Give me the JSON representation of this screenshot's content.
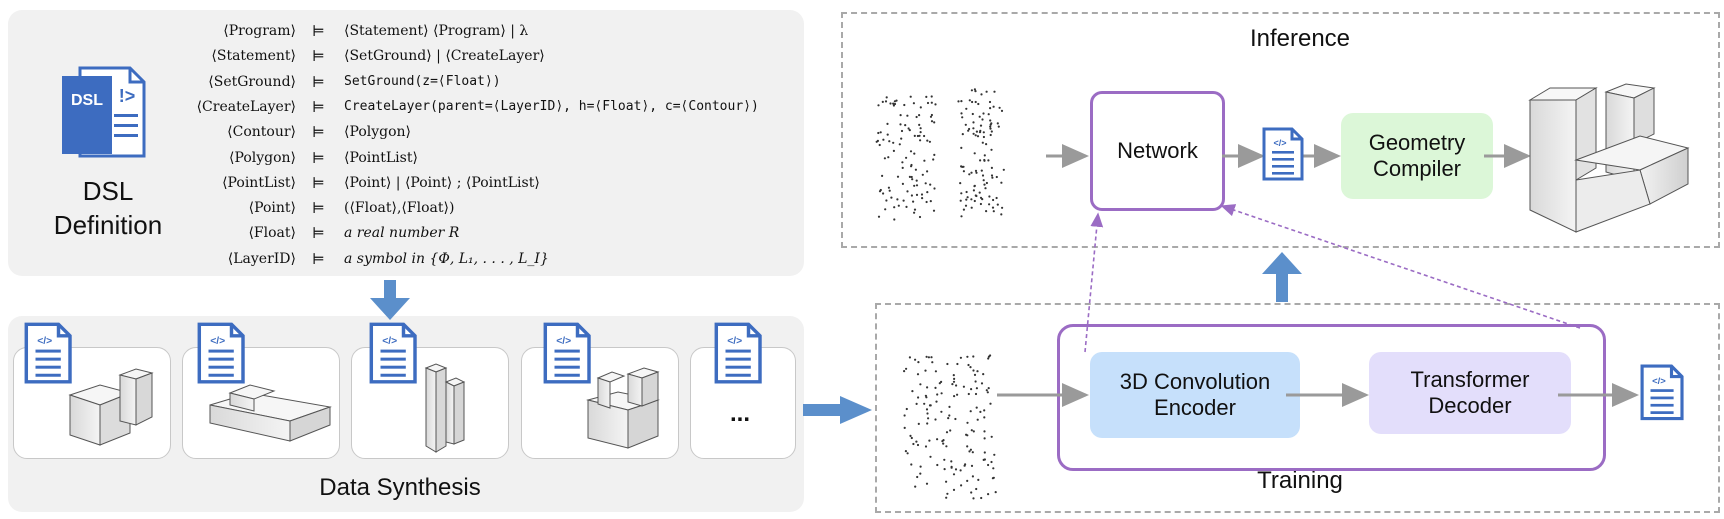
{
  "dsl": {
    "icon_text": "DSL",
    "icon_symbol": "!>",
    "title_line1": "DSL",
    "title_line2": "Definition",
    "grammar": [
      {
        "lhs": "⟨Program⟩",
        "rhs": "⟨Statement⟩ ⟨Program⟩  |  λ"
      },
      {
        "lhs": "⟨Statement⟩",
        "rhs": "⟨SetGround⟩  |  ⟨CreateLayer⟩"
      },
      {
        "lhs": "⟨SetGround⟩",
        "rhs": "SetGround(z=⟨Float⟩)"
      },
      {
        "lhs": "⟨CreateLayer⟩",
        "rhs": "CreateLayer(parent=⟨LayerID⟩, h=⟨Float⟩, c=⟨Contour⟩)"
      },
      {
        "lhs": "⟨Contour⟩",
        "rhs": "⟨Polygon⟩"
      },
      {
        "lhs": "⟨Polygon⟩",
        "rhs": "⟨PointList⟩"
      },
      {
        "lhs": "⟨PointList⟩",
        "rhs": "⟨Point⟩  |  ⟨Point⟩ ; ⟨PointList⟩"
      },
      {
        "lhs": "⟨Point⟩",
        "rhs": "(⟨Float⟩,⟨Float⟩)"
      },
      {
        "lhs": "⟨Float⟩",
        "rhs": "a real number R"
      },
      {
        "lhs": "⟨LayerID⟩",
        "rhs": "a symbol in {Φ, L₁, . . . , L_I}"
      }
    ],
    "entails": "⊨"
  },
  "synthesis": {
    "title": "Data Synthesis",
    "ellipsis": "...",
    "doc_icon_text": "</>"
  },
  "inference": {
    "title": "Inference",
    "network_label": "Network",
    "compiler_label": "Geometry Compiler"
  },
  "training": {
    "title": "Training",
    "encoder_label": "3D Convolution Encoder",
    "decoder_label": "Transformer Decoder"
  },
  "colors": {
    "panel_bg": "#f1f1f1",
    "doc_blue": "#3d6cc0",
    "arrow_blue": "#5b8fcb",
    "purple": "#9b6cc4",
    "green_box": "#dcf7d8",
    "blue_box": "#c6e0fb",
    "lavender_box": "#e3defb",
    "arrow_gray": "#9a9a9a"
  }
}
